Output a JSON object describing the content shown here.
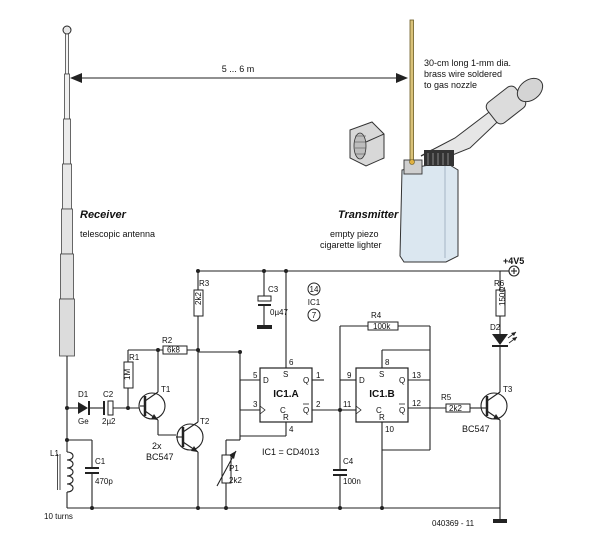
{
  "distance_label": "5 ... 6 m",
  "wire_note": [
    "30-cm long 1-mm dia.",
    "brass wire soldered",
    "to gas nozzle"
  ],
  "transmitter": {
    "title": "Transmitter",
    "desc": [
      "empty piezo",
      "cigarette lighter"
    ]
  },
  "receiver": {
    "title": "Receiver",
    "desc": "telescopic antenna"
  },
  "supply": "+4V5",
  "ic_pins": {
    "vdd": "14",
    "ref": "IC1",
    "vss": "7"
  },
  "ic_note": "IC1 = CD4013",
  "transistor_note": [
    "2x",
    "BC547"
  ],
  "figure_code": "040369 - 11",
  "ff_a": {
    "name": "IC1.A",
    "pins": {
      "s": "6",
      "d": "5",
      "clk": "3",
      "r": "4",
      "q": "1",
      "qn": "2"
    },
    "letters": {
      "s": "S",
      "d": "D",
      "q": "Q",
      "c": "C",
      "r": "R",
      "qb": "Q"
    }
  },
  "ff_b": {
    "name": "IC1.B",
    "pins": {
      "s": "8",
      "d": "9",
      "clk": "11",
      "r": "10",
      "q": "13",
      "qn": "12"
    },
    "letters": {
      "s": "S",
      "d": "D",
      "q": "Q",
      "c": "C",
      "r": "R",
      "qb": "Q"
    }
  },
  "components": {
    "D1": {
      "ref": "D1",
      "value": "Ge"
    },
    "C2": {
      "ref": "C2",
      "value": "2µ2"
    },
    "R1": {
      "ref": "R1",
      "value": "1M"
    },
    "T1": {
      "ref": "T1"
    },
    "R2": {
      "ref": "R2",
      "value": "6k8"
    },
    "R3": {
      "ref": "R3",
      "value": "2k2"
    },
    "T2": {
      "ref": "T2"
    },
    "P1": {
      "ref": "P1",
      "value": "2k2"
    },
    "C3": {
      "ref": "C3",
      "value": "0µ47"
    },
    "C4": {
      "ref": "C4",
      "value": "100n"
    },
    "R4": {
      "ref": "R4",
      "value": "100k"
    },
    "R5": {
      "ref": "R5",
      "value": "2k2"
    },
    "R6": {
      "ref": "R6",
      "value": "150Ω"
    },
    "D2": {
      "ref": "D2"
    },
    "T3": {
      "ref": "T3",
      "value": "BC547"
    },
    "L1": {
      "ref": "L1",
      "value": "10 turns"
    },
    "C1": {
      "ref": "C1",
      "value": "470p"
    }
  }
}
